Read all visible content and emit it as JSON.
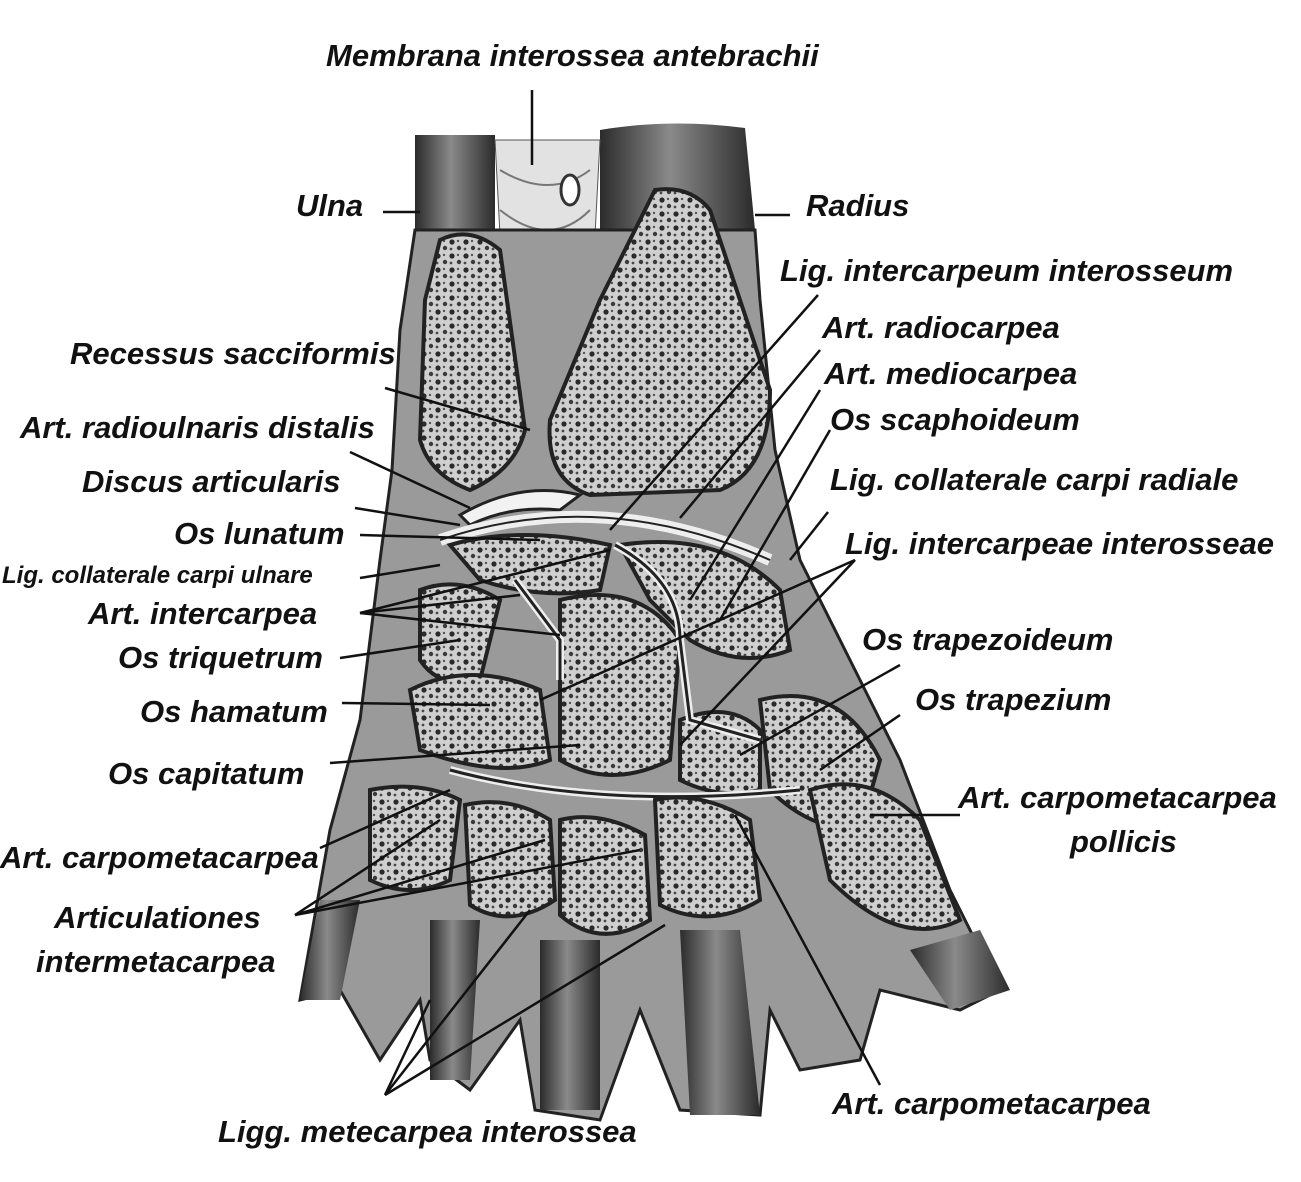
{
  "labels": {
    "membrana": "Membrana interossea antebrachii",
    "ulna": "Ulna",
    "radius": "Radius",
    "lig_intercarpeum": "Lig. intercarpeum interosseum",
    "art_radiocarpea": "Art. radiocarpea",
    "art_mediocarpea": "Art. mediocarpea",
    "os_scaphoideum": "Os scaphoideum",
    "lig_coll_radiale": "Lig. collaterale carpi radiale",
    "lig_intercarpeae": "Lig. intercarpeae interosseae",
    "os_trapezoideum": "Os trapezoideum",
    "os_trapezium": "Os trapezium",
    "art_cmc_pollicis_1": "Art. carpometacarpea",
    "art_cmc_pollicis_2": "pollicis",
    "recessus": "Recessus sacciformis",
    "art_radioulnaris": "Art. radioulnaris distalis",
    "discus": "Discus articularis",
    "os_lunatum": "Os lunatum",
    "lig_coll_ulnare": "Lig. collaterale carpi ulnare",
    "art_intercarpea": "Art. intercarpea",
    "os_triquetrum": "Os triquetrum",
    "os_hamatum": "Os hamatum",
    "os_capitatum": "Os capitatum",
    "art_cmc_left": "Art. carpometacarpea",
    "artic_intermeta_1": "Articulationes",
    "artic_intermeta_2": "intermetacarpea",
    "ligg_metacarpea": "Ligg. metecarpea interossea",
    "art_cmc_bottom": "Art. carpometacarpea"
  },
  "colors": {
    "bone_fill": "#d9d9d9",
    "bone_dark": "#3a3a3a",
    "cartilage": "#bdbdbd",
    "ink": "#111111"
  }
}
